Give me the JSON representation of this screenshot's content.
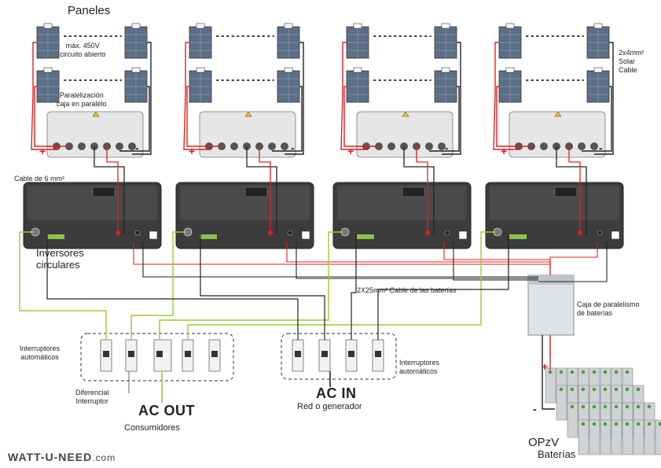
{
  "colors": {
    "positive": "#e02020",
    "negative": "#222222",
    "ac_line": "#9ccc2c",
    "panel": "#5b6f86",
    "inverter": "#3c3c3c",
    "box": "#e6e6e6",
    "battery": "#cfd3d6"
  },
  "labels": {
    "paneles": "Paneles",
    "max_open": "máx. 450V\ncircuito abierto",
    "parallel_box": "Paralelización\ncaja en paralelo",
    "solar_cable": "2x4mm²\nSolar\nCable",
    "cable6": "Cable de 6 mm²",
    "inversores": "Inversores\ncirculares",
    "battery_cable": "2X25mm² Cable de las baterías",
    "battery_box": "Caja de paralelismo\nde baterías",
    "breakers_left": "Interruptores\nautomáticos",
    "differential": "Diferencial\nInterruptor",
    "ac_out": "AC OUT",
    "consumidores": "Consumidores",
    "ac_in": "AC IN",
    "grid": "Red o generador",
    "breakers_right": "Interruptores\nautomáticos",
    "opzv": "OPzV",
    "baterias": "Baterías",
    "brand": "WATT-U-NEED",
    "brand_suffix": ".com",
    "plus": "+",
    "minus": "-"
  }
}
